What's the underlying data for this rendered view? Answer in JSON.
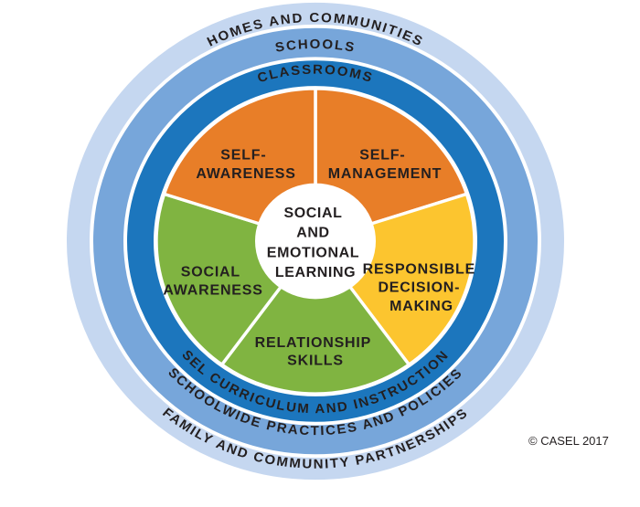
{
  "center": {
    "lines": [
      "SOCIAL",
      "AND",
      "EMOTIONAL",
      "LEARNING"
    ]
  },
  "rings": [
    {
      "name": "homes-communities",
      "top_label": "HOMES AND COMMUNITIES",
      "bottom_label": "FAMILY AND COMMUNITY PARTNERSHIPS",
      "color": "#C5D7F0"
    },
    {
      "name": "schools",
      "top_label": "SCHOOLS",
      "bottom_label": "SCHOOLWIDE PRACTICES AND POLICIES",
      "color": "#77A6DA"
    },
    {
      "name": "classrooms",
      "top_label": "CLASSROOMS",
      "bottom_label": "SEL CURRICULUM AND INSTRUCTION",
      "color": "#1C76BD"
    }
  ],
  "competencies": [
    {
      "name": "self-awareness",
      "lines": [
        "SELF-",
        "AWARENESS"
      ],
      "color": "#E87E28"
    },
    {
      "name": "self-management",
      "lines": [
        "SELF-",
        "MANAGEMENT"
      ],
      "color": "#E87E28"
    },
    {
      "name": "social-awareness",
      "lines": [
        "SOCIAL",
        "AWARENESS"
      ],
      "color": "#80B441"
    },
    {
      "name": "relationship-skills",
      "lines": [
        "RELATIONSHIP",
        "SKILLS"
      ],
      "color": "#80B441"
    },
    {
      "name": "responsible-decision-making",
      "lines": [
        "RESPONSIBLE",
        "DECISION-",
        "MAKING"
      ],
      "color": "#FCC52F"
    }
  ],
  "copyright": "© CASEL 2017",
  "colors": {
    "text": "#231F20",
    "background": "#FFFFFF",
    "divider": "#FFFFFF",
    "center_circle": "#FFFFFF"
  }
}
